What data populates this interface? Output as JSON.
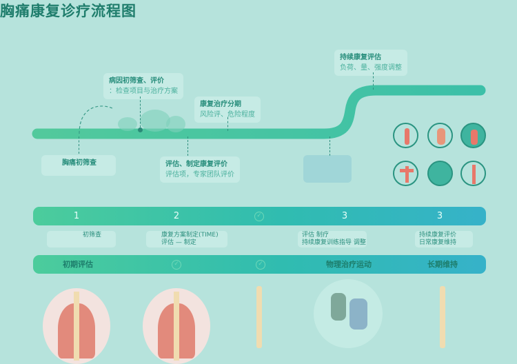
{
  "title": "胸痛康复诊疗流程图",
  "timeline": {
    "callouts": [
      {
        "line1": "病因初筛查、评价",
        "line2": "：检查项目与治疗方案"
      },
      {
        "line1": "康复治疗分期",
        "line2": "风险评、危险程度"
      },
      {
        "line1": "持续康复评估",
        "line2": "负荷、量、强度调整"
      },
      {
        "line1": "胸痛初筛查",
        "line2": ""
      },
      {
        "line1": "评估、制定康复评价",
        "line2": "评估项，专家团队评价"
      }
    ]
  },
  "steps": {
    "numbers": [
      "1",
      "2",
      "✓",
      "3",
      "3"
    ],
    "cards": [
      {
        "line1": "初筛查",
        "line2": ""
      },
      {
        "line1": "康复方案制定(TIME)",
        "line2": "评估 — 制定"
      },
      {
        "line1": "评估 制疗",
        "line2": "持续康复训练指导 调整"
      },
      {
        "line1": "持续康复评价",
        "line2": "日常康复维持"
      }
    ],
    "phases": [
      "初期评估",
      "✓",
      "✓",
      "物理治疗运动",
      "长期维持"
    ]
  },
  "colors": {
    "accent": "#30bcb0",
    "title": "#1f7d6c",
    "organ": "#e8786a"
  }
}
